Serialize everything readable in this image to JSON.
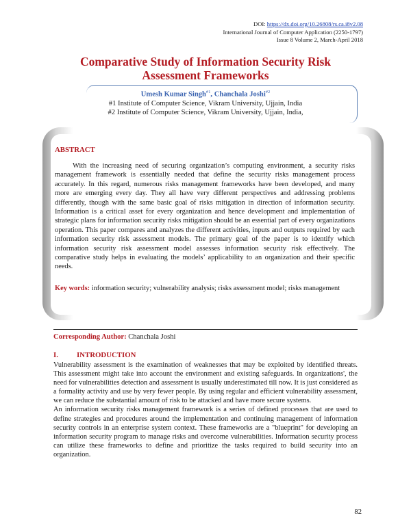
{
  "header": {
    "doi_prefix": "DOI: ",
    "doi_link": "https://dx.doi.org/10.26808/rs.ca.i8v2.08",
    "journal": "International Journal of Computer Application (2250-1797)",
    "issue": "Issue 8 Volume 2, March-April 2018"
  },
  "title_line1": "Comparative Study of Information Security Risk",
  "title_line2": "Assessment Frameworks",
  "authors": {
    "author1": "Umesh Kumar Singh",
    "sup1": "#1",
    "separator": ", ",
    "author2": "Chanchala Joshi",
    "sup2": "#2",
    "affil1": "#1 Institute of Computer Science, Vikram University, Ujjain, India",
    "affil2": "#2 Institute of Computer Science, Vikram University, Ujjain, India,"
  },
  "abstract": {
    "heading": "ABSTRACT",
    "text": "With the increasing need of securing organization’s computing environment, a security risks management framework is essentially needed that define the security risks management process accurately. In this regard, numerous risks management frameworks have been developed, and many more are emerging every day. They all have very different perspectives and addressing problems differently, though with the same basic goal of risks mitigation in direction of information security. Information is a critical asset for every organization and hence development and implementation of strategic plans for information security risks mitigation should be an essential part of every organizations operation. This paper compares and analyzes the different activities, inputs and outputs required by each information security risk assessment models. The primary goal of the paper is to identify which information security risk assessment model assesses information security risk effectively. The comparative study helps in evaluating the models’ applicability to an organization and their specific needs."
  },
  "keywords": {
    "label": "Key words:",
    "text": " information security; vulnerability analysis; risks assessment model; risks management"
  },
  "corresponding": {
    "label": "Corresponding Author:",
    "name": " Chanchala Joshi"
  },
  "section": {
    "number": "I.",
    "title": "INTRODUCTION"
  },
  "paragraphs": [
    "Vulnerability assessment is the examination of weaknesses that may be exploited by identified threats. This assessment might take into account the environment and existing safeguards. In organizations', the need for vulnerabilities detection and assessment is usually underestimated till now. It is just considered as a formality activity and use by very fewer people. By using regular and efficient vulnerability assessment, we can reduce the substantial amount of risk to be attacked and have more secure systems.",
    "An information security risks management framework is a series of defined processes that are used to define strategies and procedures around the implementation and continuing management of information security controls in an enterprise system context. These frameworks are a \"blueprint\" for developing an information security program to manage risks and overcome vulnerabilities. Information security process can utilize these frameworks to define and prioritize the tasks required to build security into an organization."
  ],
  "page_number": "82",
  "colors": {
    "accent_red": "#b41c23",
    "author_blue": "#3a63b0",
    "link_blue": "#1a3fb0"
  }
}
